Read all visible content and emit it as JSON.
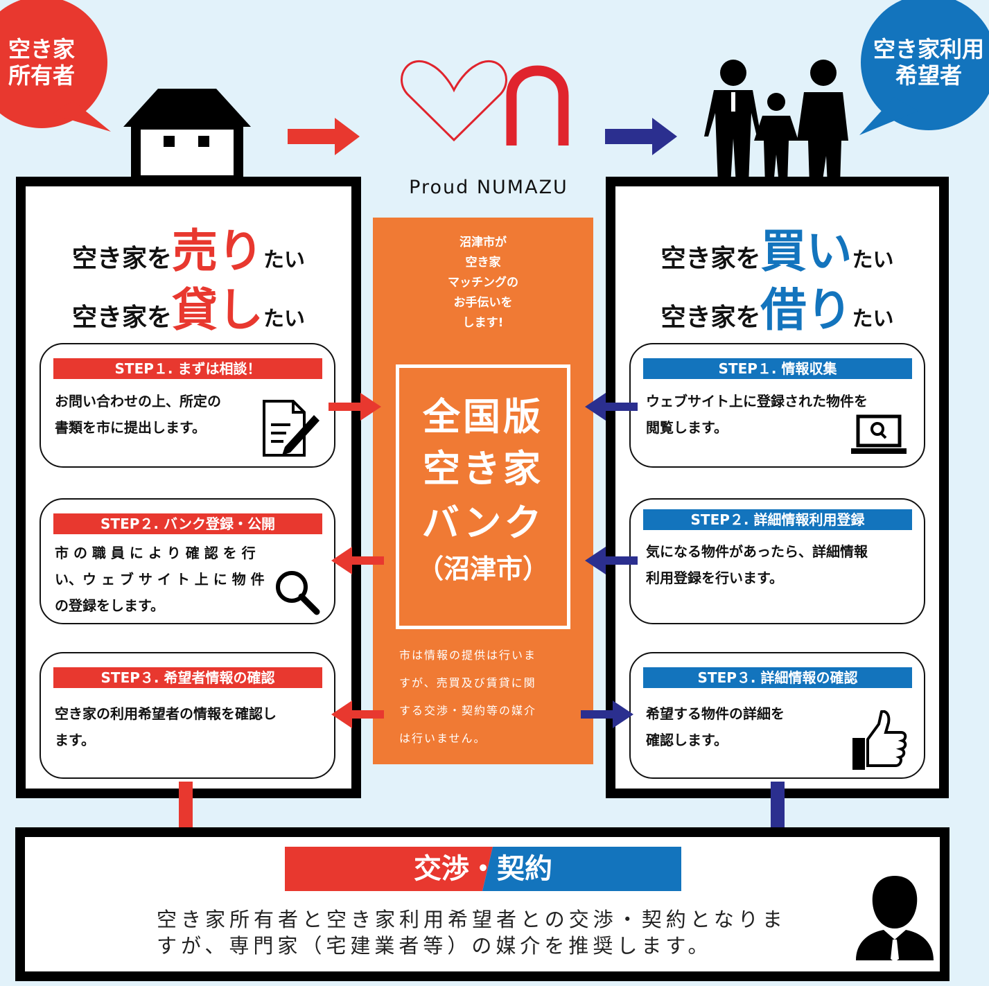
{
  "colors": {
    "red": "#e8382f",
    "blue": "#1374bd",
    "navy": "#2b2f8f",
    "orange": "#f07a34",
    "bg": "#e2f2fa"
  },
  "owner_bubble": {
    "line1": "空き家",
    "line2": "所有者"
  },
  "user_bubble": {
    "line1": "空き家利用",
    "line2": "希望者"
  },
  "logo": {
    "caption": "Proud NUMAZU"
  },
  "left": {
    "line1": {
      "pre": "空き家を",
      "big": "売り",
      "post": "たい"
    },
    "line2": {
      "pre": "空き家を",
      "big": "貸し",
      "post": "たい"
    },
    "steps": [
      {
        "title": "STEP１. まずは相談！",
        "line1": "お問い合わせの上、所定の",
        "line2": "書類を市に提出します。",
        "icon": "document-pen-icon"
      },
      {
        "title": "STEP２. バンク登録・公開",
        "line1": "市 の 職 員 に よ り 確 認 を 行",
        "line2": "い、ウ ェ ブ サ イ ト 上 に 物 件",
        "line3": "の登録をします。",
        "icon": "magnifier-icon"
      },
      {
        "title": "STEP３. 希望者情報の確認",
        "line1": "空き家の利用希望者の情報を確認し",
        "line2": "ます。"
      }
    ]
  },
  "right": {
    "line1": {
      "pre": "空き家を",
      "big": "買い",
      "post": "たい"
    },
    "line2": {
      "pre": "空き家を",
      "big": "借り",
      "post": "たい"
    },
    "steps": [
      {
        "title": "STEP１. 情報収集",
        "line1": "ウェブサイト上に登録された物件を",
        "line2": "閲覧します。",
        "icon": "laptop-search-icon"
      },
      {
        "title": "STEP２. 詳細情報利用登録",
        "line1": "気になる物件があったら、詳細情報",
        "line2": "利用登録を行います。"
      },
      {
        "title": "STEP３. 詳細情報の確認",
        "line1": "希望する物件の詳細を",
        "line2": "確認します。",
        "icon": "thumbs-up-icon"
      }
    ]
  },
  "center": {
    "intro": [
      "沼津市が",
      "空き家",
      "マッチングの",
      "お手伝いを",
      "します!"
    ],
    "bank": [
      "全国版",
      "空き家",
      "バンク",
      "（沼津市）"
    ],
    "note": [
      "市は情報の提供は行いま",
      "すが、売買及び賃貸に関",
      "する交渉・契約等の媒介",
      "は行いません。"
    ]
  },
  "bottom": {
    "title_left": "交渉",
    "title_dot": "・",
    "title_right": "契約",
    "line1": "空き家所有者と空き家利用希望者との交渉・契約となりま",
    "line2": "すが、専門家（宅建業者等）の媒介を推奨します。",
    "icon": "businessman-icon"
  }
}
